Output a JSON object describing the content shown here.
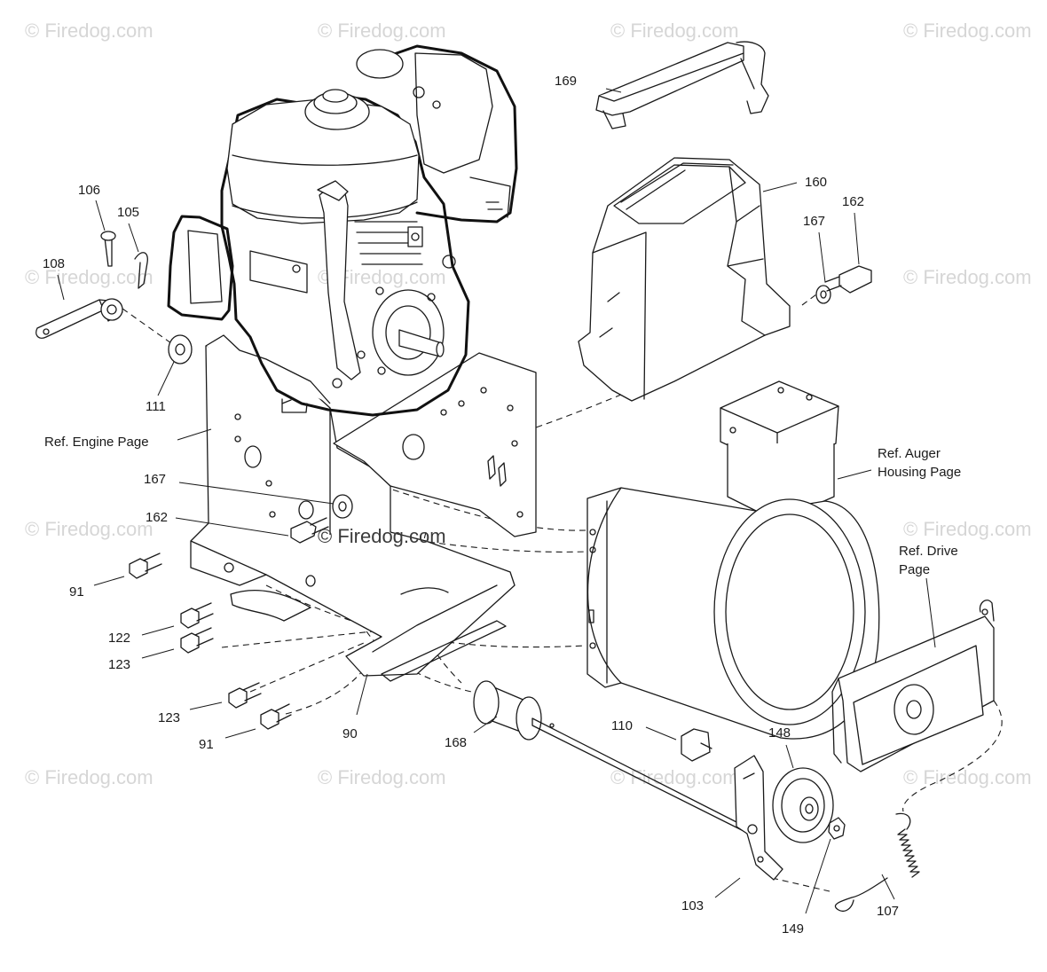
{
  "watermark": "© Firedog.com",
  "center_watermark": "© Firedog.com",
  "refs": {
    "engine_page": "Ref. Engine Page",
    "auger_1": "Ref. Auger",
    "auger_2": "Housing Page",
    "drive_1": "Ref. Drive",
    "drive_2": "Page"
  },
  "part_numbers": {
    "p169": "169",
    "p160": "160",
    "p167a": "167",
    "p162a": "162",
    "p106": "106",
    "p105": "105",
    "p108": "108",
    "p111": "111",
    "p167b": "167",
    "p162b": "162",
    "p91a": "91",
    "p122": "122",
    "p123a": "123",
    "p123b": "123",
    "p91b": "91",
    "p90": "90",
    "p168": "168",
    "p110": "110",
    "p148": "148",
    "p103": "103",
    "p149": "149",
    "p107": "107"
  }
}
